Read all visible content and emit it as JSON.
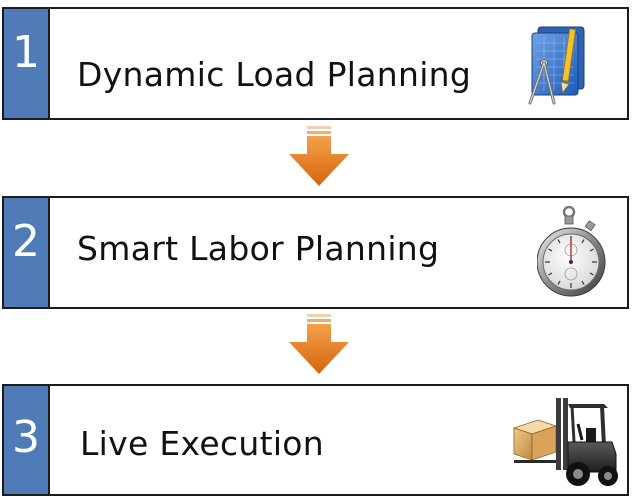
{
  "steps": [
    {
      "number": "1",
      "label": "Dynamic Load Planning",
      "icon": "blueprint-compass-icon"
    },
    {
      "number": "2",
      "label": "Smart Labor Planning",
      "icon": "stopwatch-icon"
    },
    {
      "number": "3",
      "label": "Live Execution",
      "icon": "forklift-icon"
    }
  ],
  "colors": {
    "number_block": "#4f7bb7",
    "arrow": "#e0761a",
    "border": "#1c1c1c"
  }
}
